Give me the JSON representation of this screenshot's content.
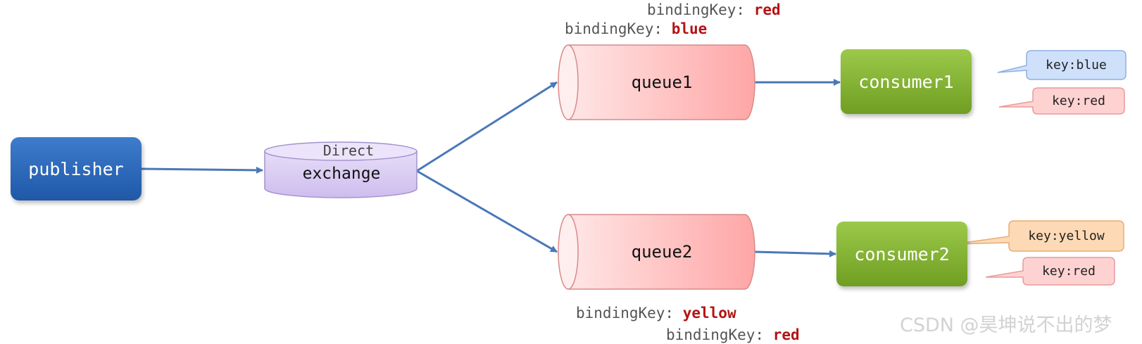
{
  "publisher": {
    "label": "publisher"
  },
  "exchange": {
    "type_label": "Direct",
    "label": "exchange"
  },
  "queues": [
    {
      "label": "queue1",
      "binding_keys": [
        {
          "prefix": "bindingKey:",
          "value": "red"
        },
        {
          "prefix": "bindingKey:",
          "value": "blue"
        }
      ]
    },
    {
      "label": "queue2",
      "binding_keys": [
        {
          "prefix": "bindingKey:",
          "value": "yellow"
        },
        {
          "prefix": "bindingKey:",
          "value": "red"
        }
      ]
    }
  ],
  "consumers": [
    {
      "label": "consumer1",
      "messages": [
        "key:blue",
        "key:red"
      ]
    },
    {
      "label": "consumer2",
      "messages": [
        "key:yellow",
        "key:red"
      ]
    }
  ],
  "watermark": "CSDN @昊坤说不出的梦",
  "colors": {
    "publisher": "#2f6bbd",
    "exchange": "#d9cbf2",
    "queue": "#ffb0b0",
    "consumer": "#86b33a",
    "arrow": "#4a78b8",
    "key_value": "#b31414",
    "blue_callout": "#cfe0fb",
    "red_callout": "#ffd2d2",
    "yellow_callout": "#fdd9b5"
  }
}
